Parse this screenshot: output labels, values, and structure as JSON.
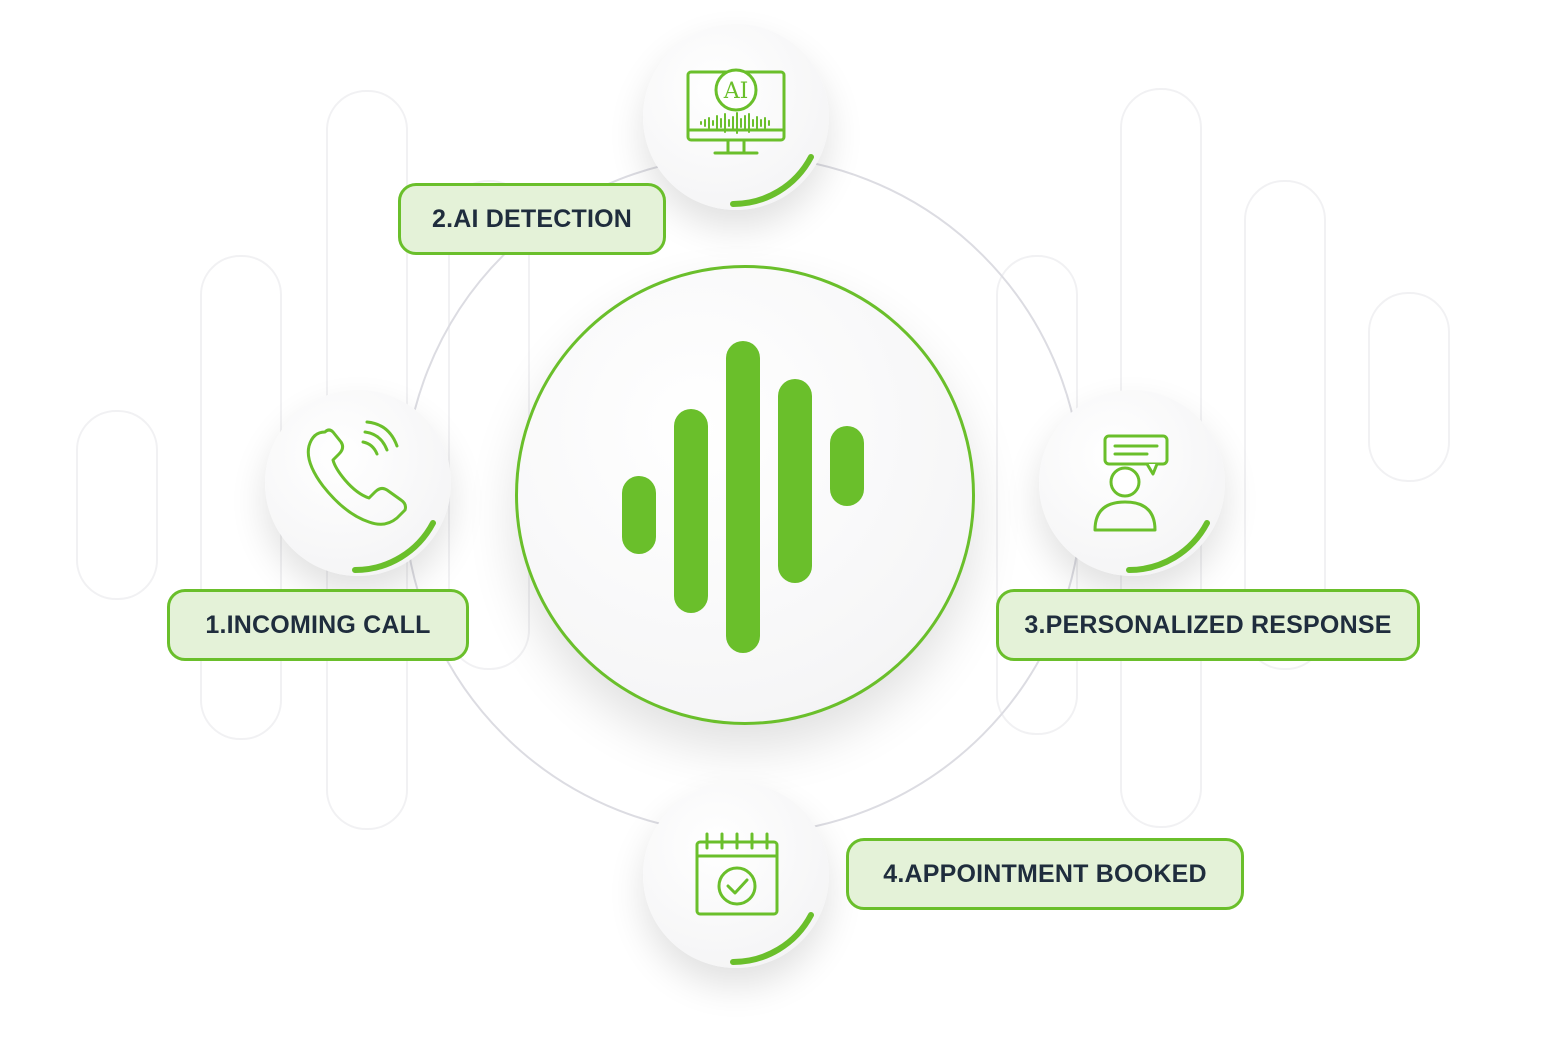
{
  "steps": [
    {
      "label": "1.INCOMING CALL",
      "icon": "phone-ringing-icon"
    },
    {
      "label": "2.AI DETECTION",
      "icon": "ai-monitor-icon"
    },
    {
      "label": "3.PERSONALIZED RESPONSE",
      "icon": "person-chat-icon"
    },
    {
      "label": "4.APPOINTMENT BOOKED",
      "icon": "calendar-check-icon"
    }
  ],
  "hub": {
    "icon": "sound-wave-icon"
  },
  "icon_text": {
    "ai": "AI"
  },
  "colors": {
    "accent": "#6abf2b",
    "label_fill": "#e4f2d8",
    "label_text": "#1f2d3d",
    "ring": "#dcdce2"
  }
}
